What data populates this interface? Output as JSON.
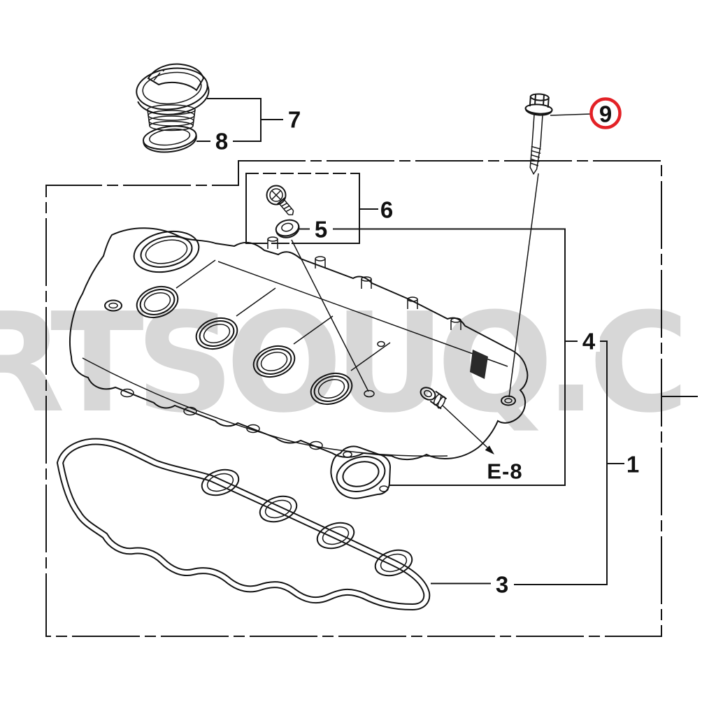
{
  "diagram": {
    "kind": "exploded-parts-diagram",
    "watermark_text": "RTSOUQ.C",
    "colors": {
      "line": "#141414",
      "highlight_ring": "#e32126",
      "watermark": "#d7d7d7",
      "background": "#ffffff"
    },
    "callouts": {
      "c1": "1",
      "c3": "3",
      "c4": "4",
      "c5": "5",
      "c6": "6",
      "c7": "7",
      "c8": "8",
      "c9": "9",
      "e8": "E-8"
    },
    "highlighted_callout": "9"
  }
}
